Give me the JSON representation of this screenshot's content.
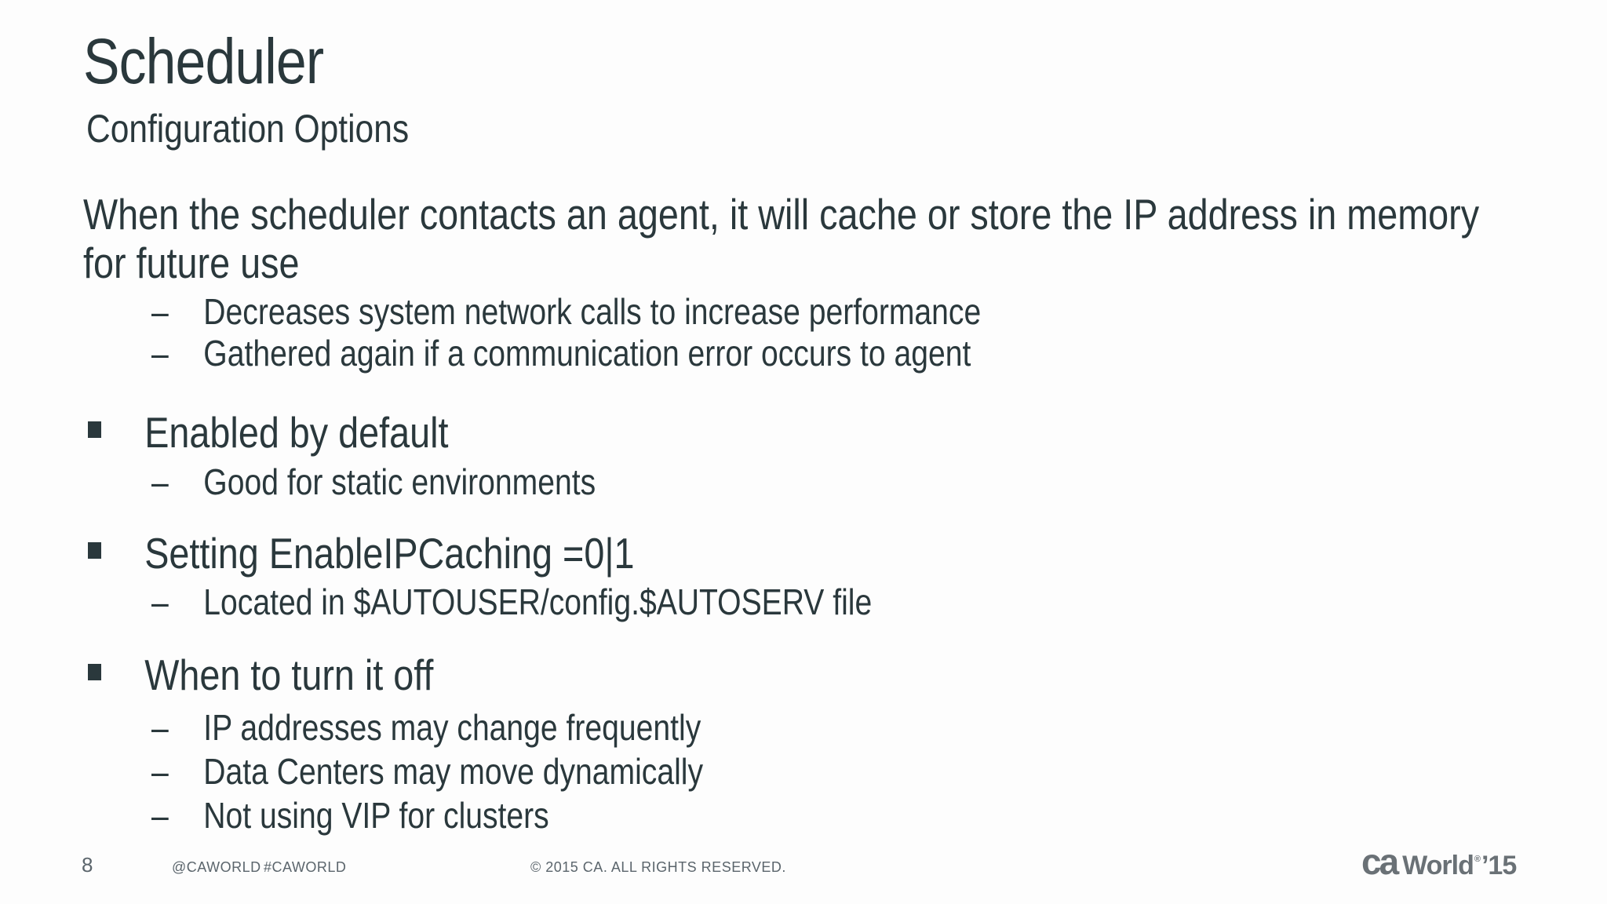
{
  "slide": {
    "title": "Scheduler",
    "subtitle": "Configuration Options",
    "intro": {
      "text": "When the scheduler contacts an agent, it will cache or store the IP address in memory for future use",
      "subs": [
        "Decreases system network calls to increase performance",
        "Gathered again if a communication error occurs to agent"
      ]
    },
    "bullets": [
      {
        "text": "Enabled by default",
        "subs": [
          "Good for static environments"
        ]
      },
      {
        "text": "Setting EnableIPCaching =0|1",
        "subs": [
          "Located in $AUTOUSER/config.$AUTOSERV file"
        ]
      },
      {
        "text": "When to turn it off",
        "subs": [
          "IP addresses may change frequently",
          "Data Centers may move dynamically",
          "Not using VIP for clusters"
        ]
      }
    ]
  },
  "footer": {
    "page_number": "8",
    "handle": "@CAWORLD",
    "hashtag": "#CAWORLD",
    "copyright": "© 2015 CA. ALL RIGHTS RESERVED.",
    "logo": {
      "ca": "ca",
      "world": "World",
      "reg_mark": "®",
      "year": "’15"
    }
  },
  "glyphs": {
    "dash": "–"
  },
  "colors": {
    "text": "#2a383c",
    "footer_text": "#5b656c",
    "logo": "#6a7176",
    "background": "#fdfdfd"
  }
}
